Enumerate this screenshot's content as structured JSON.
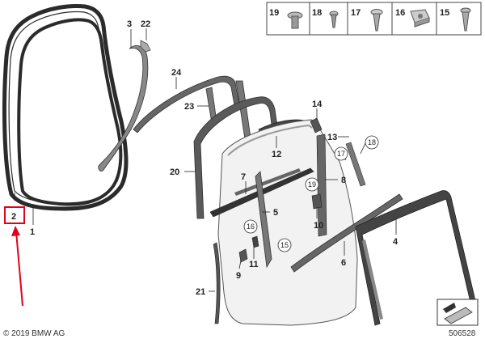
{
  "copyright": "© 2019 BMW AG",
  "drawing_number": "506528",
  "highlight_color": "#e3001b",
  "highlighted_part": "2",
  "legend_parts": [
    {
      "number": "19",
      "icon": "round-head-bolt-icon"
    },
    {
      "number": "18",
      "icon": "screw-icon"
    },
    {
      "number": "17",
      "icon": "self-tapping-screw-icon"
    },
    {
      "number": "16",
      "icon": "clip-nut-icon"
    },
    {
      "number": "15",
      "icon": "torx-screw-icon"
    }
  ],
  "callouts": [
    "1",
    "2",
    "3",
    "4",
    "5",
    "6",
    "7",
    "8",
    "9",
    "10",
    "11",
    "12",
    "13",
    "14",
    "20",
    "21",
    "22",
    "23",
    "24"
  ],
  "circled_callouts": [
    "15",
    "16",
    "17",
    "18",
    "19"
  ]
}
